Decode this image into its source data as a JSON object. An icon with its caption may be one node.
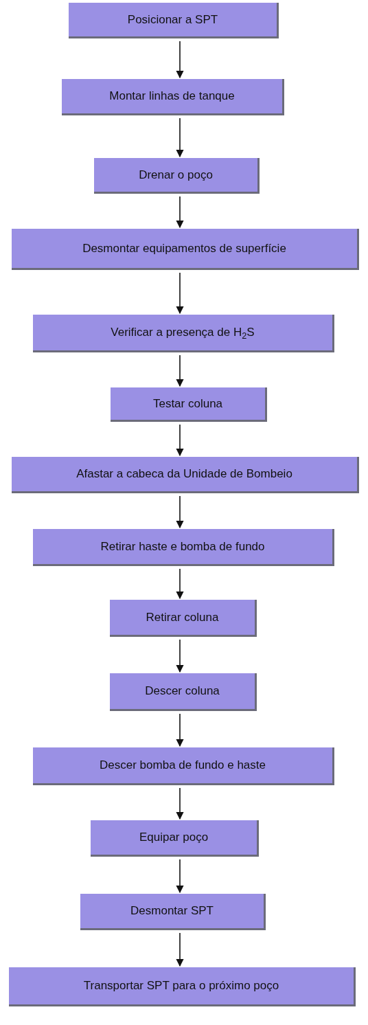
{
  "diagram": {
    "nodes": [
      {
        "text": [
          "Posicionar a SPT"
        ]
      },
      {
        "text": [
          "Montar linhas de tanque"
        ]
      },
      {
        "text": [
          "Drenar o poço"
        ]
      },
      {
        "text": [
          "Desmontar equipamentos de superfície"
        ]
      },
      {
        "text": [
          "Verificar a presença de H$_{2}$S"
        ]
      },
      {
        "text": [
          "Testar coluna"
        ]
      },
      {
        "text": [
          "Afastar a cabeca da Unidade de Bombeio"
        ]
      },
      {
        "text": [
          "Retirar haste e bomba de fundo"
        ]
      },
      {
        "text": [
          "Retirar coluna"
        ]
      },
      {
        "text": [
          "Descer coluna"
        ]
      },
      {
        "text": [
          "Descer bomba de fundo e haste"
        ]
      },
      {
        "text": [
          "Equipar poço"
        ]
      },
      {
        "text": [
          "Desmontar SPT"
        ]
      },
      {
        "text": [
          "Transportar SPT para o próximo poço"
        ]
      }
    ],
    "edges": [
      {
        "from": 0,
        "to": 1,
        "arrow": "to"
      },
      {
        "from": 1,
        "to": 2,
        "arrow": "to"
      },
      {
        "from": 2,
        "to": 3,
        "arrow": "to"
      },
      {
        "from": 3,
        "to": 4,
        "arrow": "to"
      },
      {
        "from": 4,
        "to": 5,
        "arrow": "to"
      },
      {
        "from": 5,
        "to": 6,
        "arrow": "to"
      },
      {
        "from": 6,
        "to": 7,
        "arrow": "to"
      },
      {
        "from": 7,
        "to": 8,
        "arrow": "to"
      },
      {
        "from": 8,
        "to": 9,
        "arrow": "to"
      },
      {
        "from": 9,
        "to": 10,
        "arrow": "to"
      },
      {
        "from": 10,
        "to": 11,
        "arrow": "to"
      },
      {
        "from": 11,
        "to": 12,
        "arrow": "to"
      },
      {
        "from": 12,
        "to": 13,
        "arrow": "to"
      }
    ]
  }
}
